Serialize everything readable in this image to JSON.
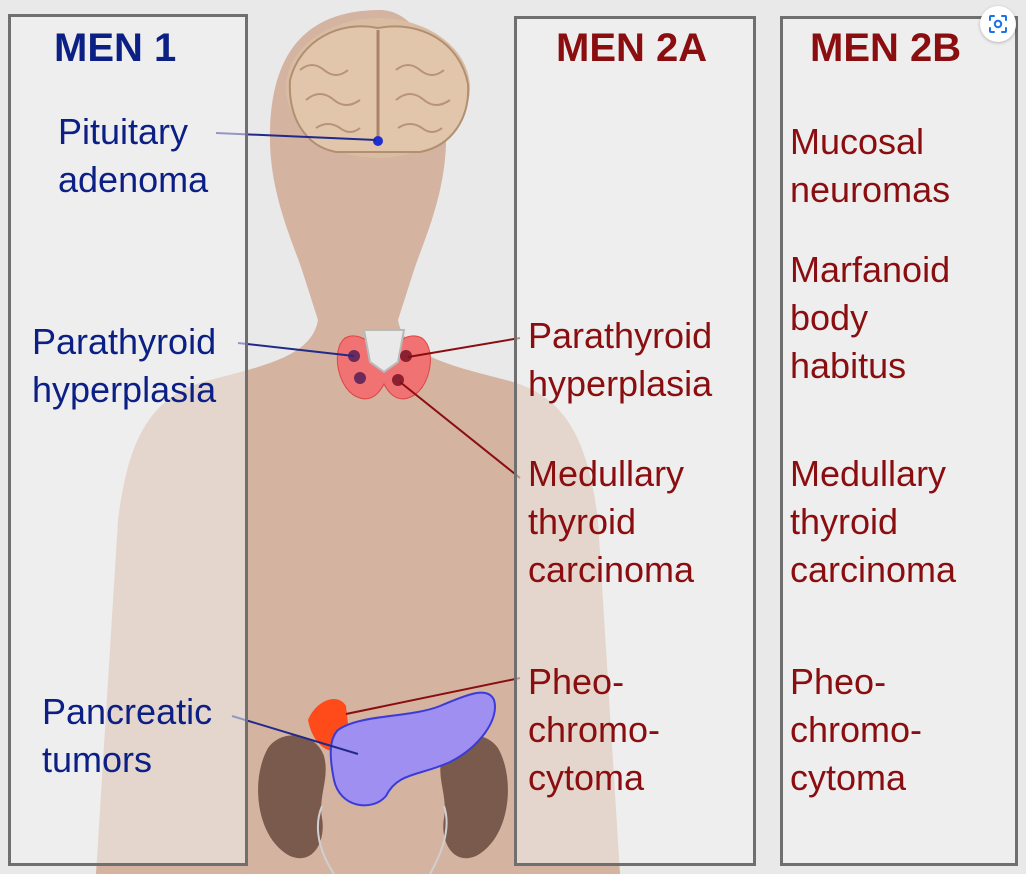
{
  "men1": {
    "heading": "MEN 1",
    "pituitary": [
      "Pituitary",
      "adenoma"
    ],
    "parathyroid": [
      "Parathyroid",
      "hyperplasia"
    ],
    "pancreatic": [
      "Pancreatic",
      "tumors"
    ]
  },
  "men2a": {
    "heading": "MEN 2A",
    "parathyroid": [
      "Parathyroid",
      "hyperplasia"
    ],
    "medullary": [
      "Medullary",
      "thyroid",
      "carcinoma"
    ],
    "pheo": [
      "Pheo-",
      "chromo-",
      "cytoma"
    ]
  },
  "men2b": {
    "heading": "MEN 2B",
    "mucosal": [
      "Mucosal",
      "neuromas"
    ],
    "marfanoid": [
      "Marfanoid",
      "body",
      "habitus"
    ],
    "medullary": [
      "Medullary",
      "thyroid",
      "carcinoma"
    ],
    "pheo": [
      "Pheo-",
      "chromo-",
      "cytoma"
    ]
  },
  "colors": {
    "men1": "#0c1f84",
    "men2": "#8a0e10",
    "skin": "#d6b3a0"
  },
  "icons": {
    "lens": "lens-search-icon"
  }
}
